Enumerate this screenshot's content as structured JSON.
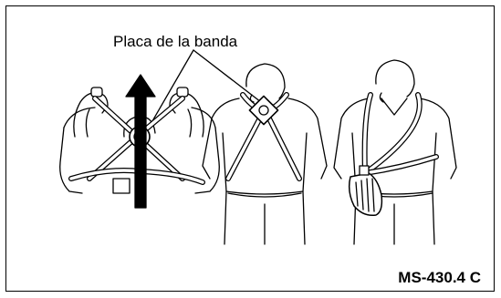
{
  "caption": "Placa de la banda",
  "figure_code": "MS-430.4 C",
  "figures": [
    {
      "name": "figure-1-adjusting-harness"
    },
    {
      "name": "figure-2-back-view-harness"
    },
    {
      "name": "figure-3-front-view-harness"
    }
  ],
  "colors": {
    "line": "#000000",
    "background": "#ffffff"
  }
}
